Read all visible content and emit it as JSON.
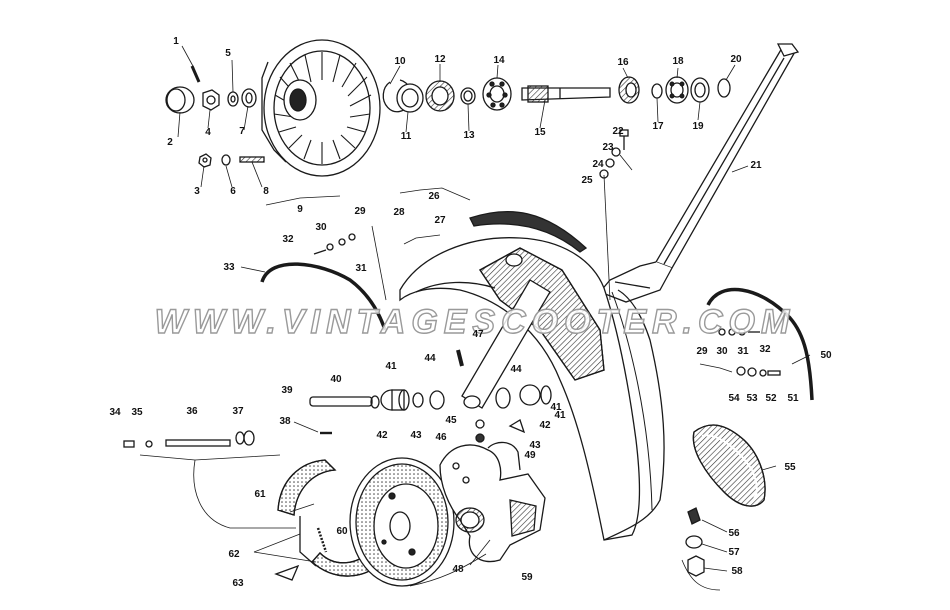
{
  "watermark": "WWW.VINTAGESCOOTER.COM",
  "colors": {
    "ink": "#1a1a1a",
    "shade": "#555555",
    "paper": "#ffffff"
  },
  "callouts": [
    "1",
    "2",
    "3",
    "4",
    "5",
    "6",
    "7",
    "8",
    "9",
    "10",
    "11",
    "12",
    "13",
    "14",
    "15",
    "16",
    "17",
    "18",
    "19",
    "20",
    "21",
    "22",
    "23",
    "24",
    "25",
    "26",
    "27",
    "28",
    "29",
    "30",
    "31",
    "32",
    "33",
    "34",
    "35",
    "36",
    "37",
    "38",
    "39",
    "40",
    "41",
    "42",
    "43",
    "44",
    "45",
    "46",
    "47",
    "48",
    "49",
    "50",
    "51",
    "52",
    "53",
    "54",
    "55",
    "56",
    "57",
    "58",
    "59",
    "60",
    "61",
    "62",
    "63"
  ]
}
